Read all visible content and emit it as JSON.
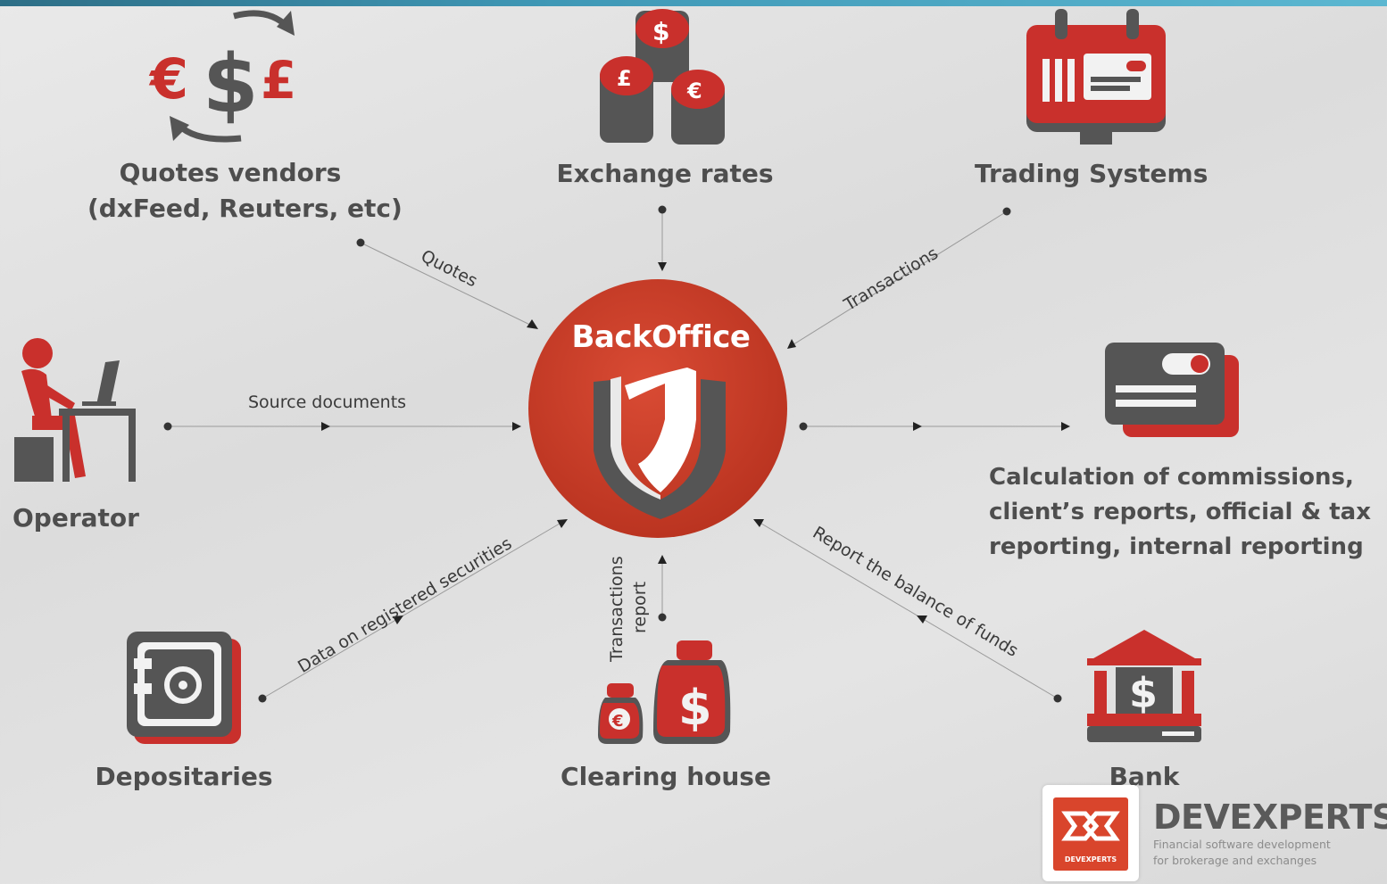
{
  "hub": {
    "title": "BackOffice"
  },
  "nodes": {
    "quotes_vendors": {
      "line1": "Quotes vendors",
      "line2": "(dxFeed, Reuters, etc)"
    },
    "exchange_rates": {
      "label": "Exchange rates"
    },
    "trading_systems": {
      "label": "Trading Systems"
    },
    "operator": {
      "label": "Operator"
    },
    "calculation": {
      "line1": "Calculation of commissions,",
      "line2": "client’s reports, official & tax",
      "line3": "reporting, internal reporting"
    },
    "depositaries": {
      "label": "Depositaries"
    },
    "clearing_house": {
      "label": "Clearing house"
    },
    "bank": {
      "label": "Bank"
    }
  },
  "edges": {
    "quotes": "Quotes",
    "transactions": "Transactions",
    "source_documents": "Source documents",
    "data_registered": "Data on registered securities",
    "transactions_report_1": "Transactions",
    "transactions_report_2": "report",
    "report_balance": "Report the balance of funds"
  },
  "icons": {
    "quotes_vendors": "currency-exchange-icon",
    "exchange_rates": "coin-stacks-icon",
    "trading_systems": "trading-terminal-icon",
    "operator": "person-at-laptop-icon",
    "calculation": "cards-icon",
    "depositaries": "safe-icon",
    "clearing_house": "money-bags-icon",
    "bank": "bank-building-icon",
    "hub": "shield-icon"
  },
  "brand": {
    "name": "DEVEXPERTS",
    "tagline1": "Financial software development",
    "tagline2": "for brokerage and exchanges",
    "logo_text": "DEVEXPERTS"
  },
  "colors": {
    "accent": "#d9452c",
    "dark": "#555555",
    "text": "#4e4e4e",
    "topbar": "#3f98b6"
  }
}
